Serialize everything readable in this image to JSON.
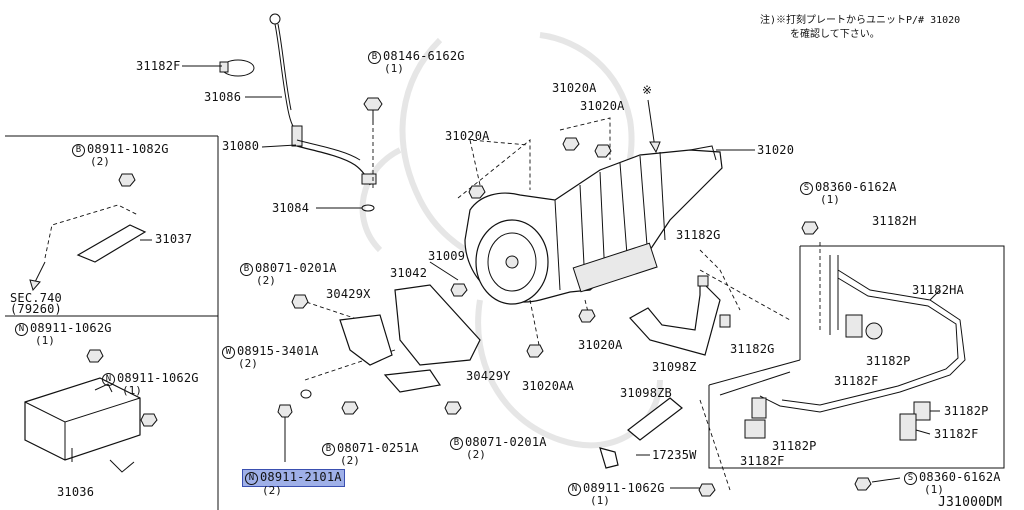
{
  "note": {
    "line1": "注)※打刻プレートからユニットP/# 31020",
    "line2": "を確認して下さい。"
  },
  "asterisk": "※",
  "diagram_code": "J31000DM",
  "sec_ref": {
    "line1": "SEC.740",
    "line2": "(79260)"
  },
  "labels": {
    "p31182F_top": "31182F",
    "p31086": "31086",
    "p31080": "31080",
    "p31084": "31084",
    "b08146": "08146-6162G",
    "b08146_qty": "(1)",
    "p31020A_1": "31020A",
    "p31020A_2": "31020A",
    "p31020A_3": "31020A",
    "p31020A_4": "31020A",
    "p31020": "31020",
    "b08911_1082": "08911-1082G",
    "b08911_1082_qty": "(2)",
    "p31037": "31037",
    "p31009": "31009",
    "p31042": "31042",
    "b08071_0201A_l": "08071-0201A",
    "b08071_0201A_l_qty": "(2)",
    "p30429X": "30429X",
    "n08911_1062G_a": "08911-1062G",
    "n08911_1062G_a_qty": "(1)",
    "n08911_1062G_b": "08911-1062G",
    "n08911_1062G_b_qty": "(1)",
    "w08915": "08915-3401A",
    "w08915_qty": "(2)",
    "p30429Y": "30429Y",
    "p31020AA": "31020AA",
    "p31182G_1": "31182G",
    "p31182G_2": "31182G",
    "p31098Z": "31098Z",
    "p31098ZB": "31098ZB",
    "s08360_a": "08360-6162A",
    "s08360_a_qty": "(1)",
    "p31182H": "31182H",
    "p31182HA": "31182HA",
    "p31182P_1": "31182P",
    "p31182F_1": "31182F",
    "p31182P_2": "31182P",
    "p31182P_3": "31182P",
    "p31182F_2": "31182F",
    "p31182F_3": "31182F",
    "b08071_0251A": "08071-0251A",
    "b08071_0251A_qty": "(2)",
    "b08071_0201A_r": "08071-0201A",
    "b08071_0201A_r_qty": "(2)",
    "p17235W": "17235W",
    "p31036": "31036",
    "n08911_2101A": "08911-2101A",
    "n08911_2101A_qty": "(2)",
    "n08911_1062G_c": "08911-1062G",
    "n08911_1062G_c_qty": "(1)",
    "s08360_b": "08360-6162A",
    "s08360_b_qty": "(1)"
  },
  "symbols": {
    "B": "B",
    "N": "N",
    "W": "W",
    "S": "S"
  },
  "highlight_color": "#9fb0e8"
}
